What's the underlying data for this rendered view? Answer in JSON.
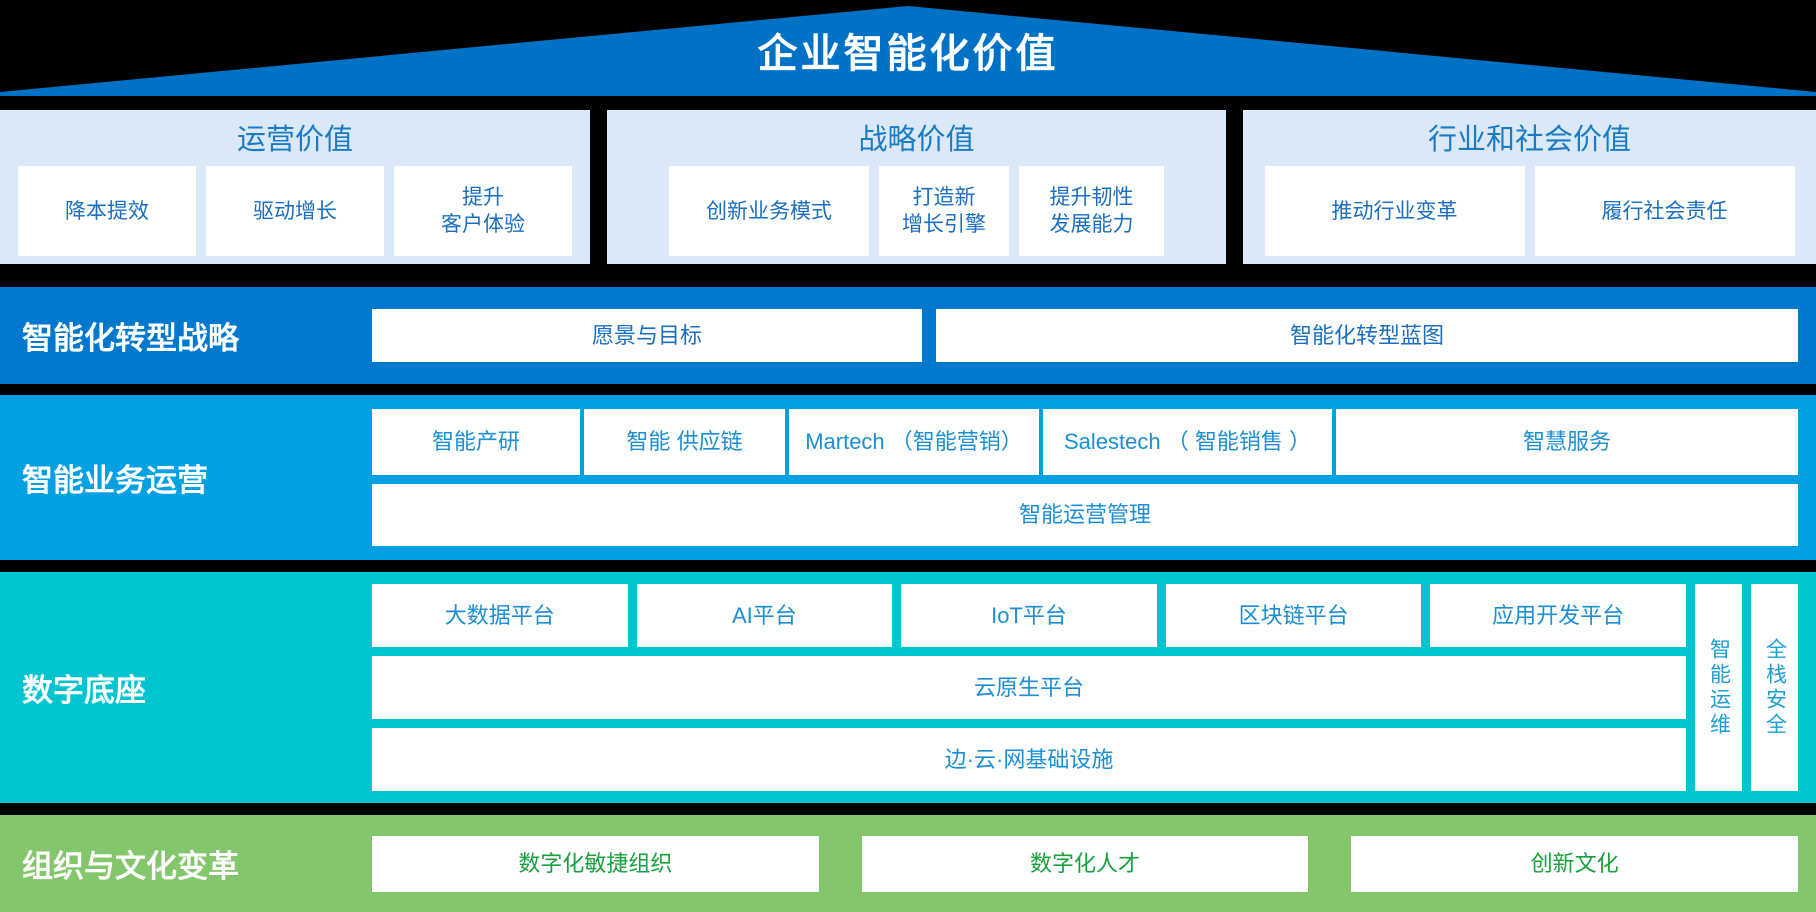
{
  "roof": {
    "title": "企业智能化价值",
    "fill": "#0072c6"
  },
  "colors": {
    "roof_blue": "#0072c6",
    "pillar_bg": "#dbe8f7",
    "pillar_text": "#1a7bc4",
    "strategy_band": "#0078ce",
    "ops_band": "#00a0e3",
    "base_band": "#00c4cf",
    "culture_band": "#84c66b",
    "box_bg": "#ffffff",
    "blue_text": "#1a8fd4",
    "green_text": "#19a13c",
    "separator": "#000000"
  },
  "pillars": [
    {
      "title": "运营价值",
      "boxes": [
        {
          "lines": [
            "降本提效"
          ]
        },
        {
          "lines": [
            "驱动增长"
          ]
        },
        {
          "lines": [
            "提升",
            "客户体验"
          ]
        }
      ]
    },
    {
      "title": "战略价值",
      "boxes": [
        {
          "lines": [
            "创新业务模式"
          ]
        },
        {
          "lines": [
            "打造新",
            "增长引擎"
          ]
        },
        {
          "lines": [
            "提升韧性",
            "发展能力"
          ]
        }
      ]
    },
    {
      "title": "行业和社会价值",
      "boxes": [
        {
          "lines": [
            "推动行业变革"
          ]
        },
        {
          "lines": [
            "履行社会责任"
          ]
        }
      ]
    }
  ],
  "bands": {
    "strategy": {
      "label": "智能化转型战略",
      "boxes": [
        "愿景与目标",
        "智能化转型蓝图"
      ]
    },
    "operations": {
      "label": "智能业务运营",
      "row1": [
        {
          "lines": [
            "智能产研"
          ]
        },
        {
          "lines": [
            "智能",
            "供应链"
          ]
        },
        {
          "lines": [
            "Martech",
            "（智能营销）"
          ]
        },
        {
          "lines": [
            "Salestech",
            "（ 智能销售 ）"
          ]
        },
        {
          "lines": [
            "智慧服务"
          ]
        }
      ],
      "row2": [
        "智能运营管理"
      ]
    },
    "base": {
      "label": "数字底座",
      "row1": [
        "大数据平台",
        "AI平台",
        "IoT平台",
        "区块链平台",
        "应用开发平台"
      ],
      "row2": "云原生平台",
      "row3": "边·云·网基础设施",
      "vertical": [
        "智能运维",
        "全栈安全"
      ]
    },
    "culture": {
      "label": "组织与文化变革",
      "boxes": [
        "数字化敏捷组织",
        "数字化人才",
        "创新文化"
      ]
    }
  }
}
